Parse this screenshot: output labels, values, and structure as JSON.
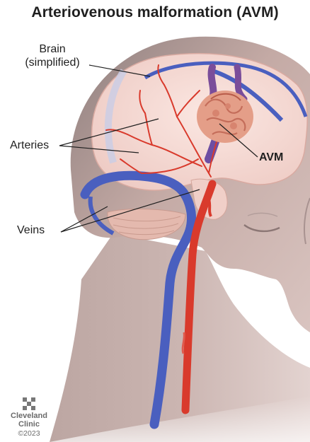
{
  "title": "Arteriovenous malformation (AVM)",
  "labels": {
    "brain_line1": "Brain",
    "brain_line2": "(simplified)",
    "arteries": "Arteries",
    "veins": "Veins",
    "avm": "AVM"
  },
  "logo": {
    "line1": "Cleveland",
    "line2": "Clinic",
    "copyright": "©2023"
  },
  "colors": {
    "skin": "#bfa6a0",
    "brain": "#f4d8d2",
    "artery": "#d93a2c",
    "vein": "#4a5fbf",
    "avm": "#e49e88"
  }
}
